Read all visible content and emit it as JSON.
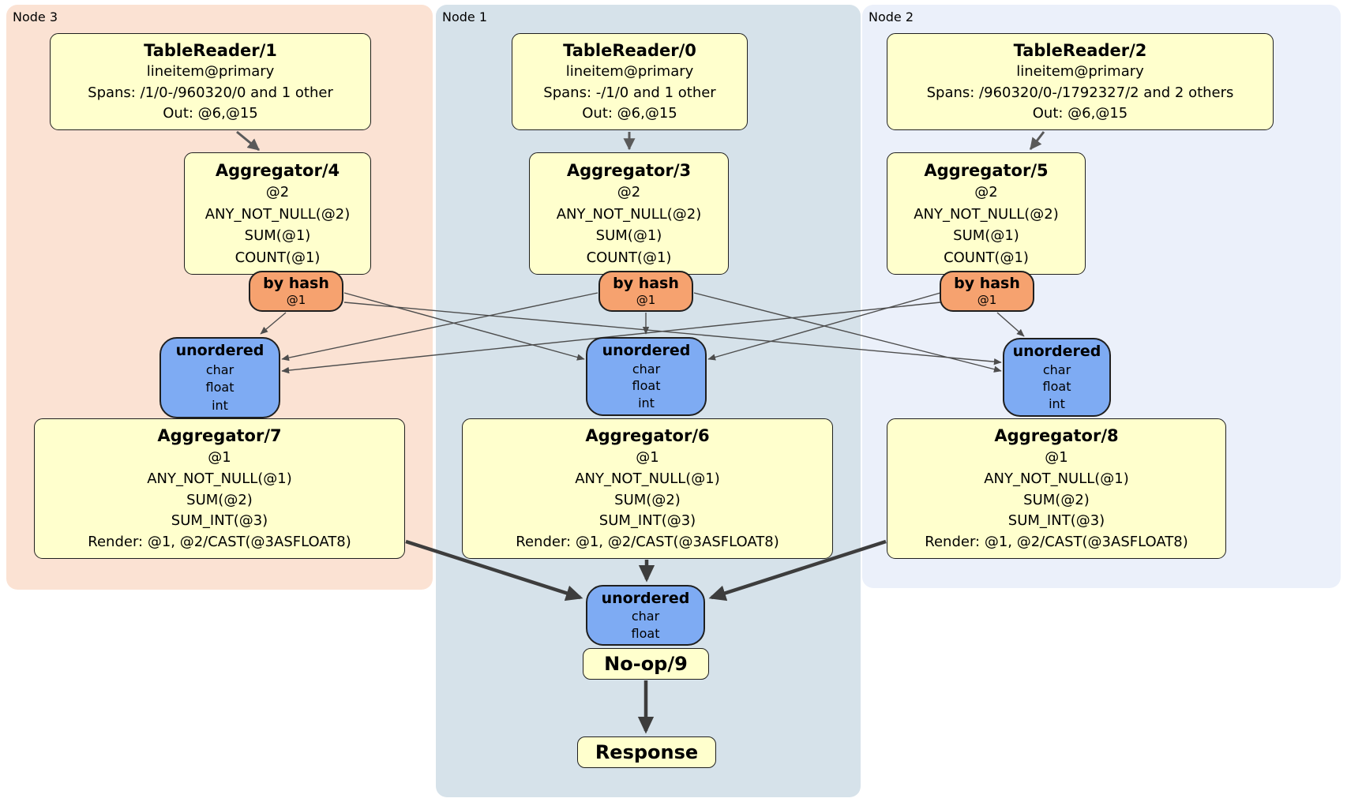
{
  "colors": {
    "region-node3": "#fbe2d3",
    "region-node1": "#d6e2ea",
    "region-node2": "#ebf0fa",
    "processor-fill": "#ffffcd",
    "router-fill": "#f6a26f",
    "sync-fill": "#7eabf3",
    "edge-thin": "#4d4d4d",
    "edge-med": "#5a5a5a",
    "edge-thick": "#3d3d3d",
    "border": "#1f1f1f"
  },
  "node3": {
    "label": "Node 3",
    "tablereader": {
      "title": "TableReader/1",
      "index": "lineitem@primary",
      "spans": "Spans: /1/0-/960320/0 and 1 other",
      "out": "Out: @6,@15"
    },
    "aggregator_pre": {
      "title": "Aggregator/4",
      "group": "@2",
      "agg1": "ANY_NOT_NULL(@2)",
      "agg2": "SUM(@1)",
      "agg3": "COUNT(@1)"
    },
    "router": {
      "title": "by hash",
      "detail": "@1"
    },
    "sync": {
      "title": "unordered",
      "types": [
        "char",
        "float",
        "int"
      ]
    },
    "aggregator_post": {
      "title": "Aggregator/7",
      "group": "@1",
      "agg1": "ANY_NOT_NULL(@1)",
      "agg2": "SUM(@2)",
      "agg3": "SUM_INT(@3)",
      "render": "Render: @1, @2/CAST(@3ASFLOAT8)"
    }
  },
  "node1": {
    "label": "Node 1",
    "tablereader": {
      "title": "TableReader/0",
      "index": "lineitem@primary",
      "spans": "Spans: -/1/0 and 1 other",
      "out": "Out: @6,@15"
    },
    "aggregator_pre": {
      "title": "Aggregator/3",
      "group": "@2",
      "agg1": "ANY_NOT_NULL(@2)",
      "agg2": "SUM(@1)",
      "agg3": "COUNT(@1)"
    },
    "router": {
      "title": "by hash",
      "detail": "@1"
    },
    "sync": {
      "title": "unordered",
      "types": [
        "char",
        "float",
        "int"
      ]
    },
    "aggregator_post": {
      "title": "Aggregator/6",
      "group": "@1",
      "agg1": "ANY_NOT_NULL(@1)",
      "agg2": "SUM(@2)",
      "agg3": "SUM_INT(@3)",
      "render": "Render: @1, @2/CAST(@3ASFLOAT8)"
    },
    "final_sync": {
      "title": "unordered",
      "types": [
        "char",
        "float"
      ]
    },
    "noop": {
      "title": "No-op/9"
    },
    "response": {
      "title": "Response"
    }
  },
  "node2": {
    "label": "Node 2",
    "tablereader": {
      "title": "TableReader/2",
      "index": "lineitem@primary",
      "spans": "Spans: /960320/0-/1792327/2 and 2 others",
      "out": "Out: @6,@15"
    },
    "aggregator_pre": {
      "title": "Aggregator/5",
      "group": "@2",
      "agg1": "ANY_NOT_NULL(@2)",
      "agg2": "SUM(@1)",
      "agg3": "COUNT(@1)"
    },
    "router": {
      "title": "by hash",
      "detail": "@1"
    },
    "sync": {
      "title": "unordered",
      "types": [
        "char",
        "float",
        "int"
      ]
    },
    "aggregator_post": {
      "title": "Aggregator/8",
      "group": "@1",
      "agg1": "ANY_NOT_NULL(@1)",
      "agg2": "SUM(@2)",
      "agg3": "SUM_INT(@3)",
      "render": "Render: @1, @2/CAST(@3ASFLOAT8)"
    }
  }
}
